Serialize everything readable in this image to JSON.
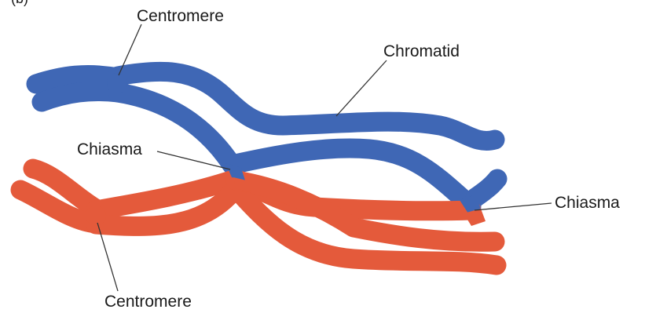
{
  "panel_label": "(b)",
  "labels": {
    "centromere_top": "Centromere",
    "chromatid": "Chromatid",
    "chiasma_left": "Chiasma",
    "chiasma_right": "Chiasma",
    "centromere_bottom": "Centromere"
  },
  "colors": {
    "blue_chromosome": "#3f67b5",
    "red_chromosome": "#e45a3b",
    "background": "#ffffff"
  }
}
